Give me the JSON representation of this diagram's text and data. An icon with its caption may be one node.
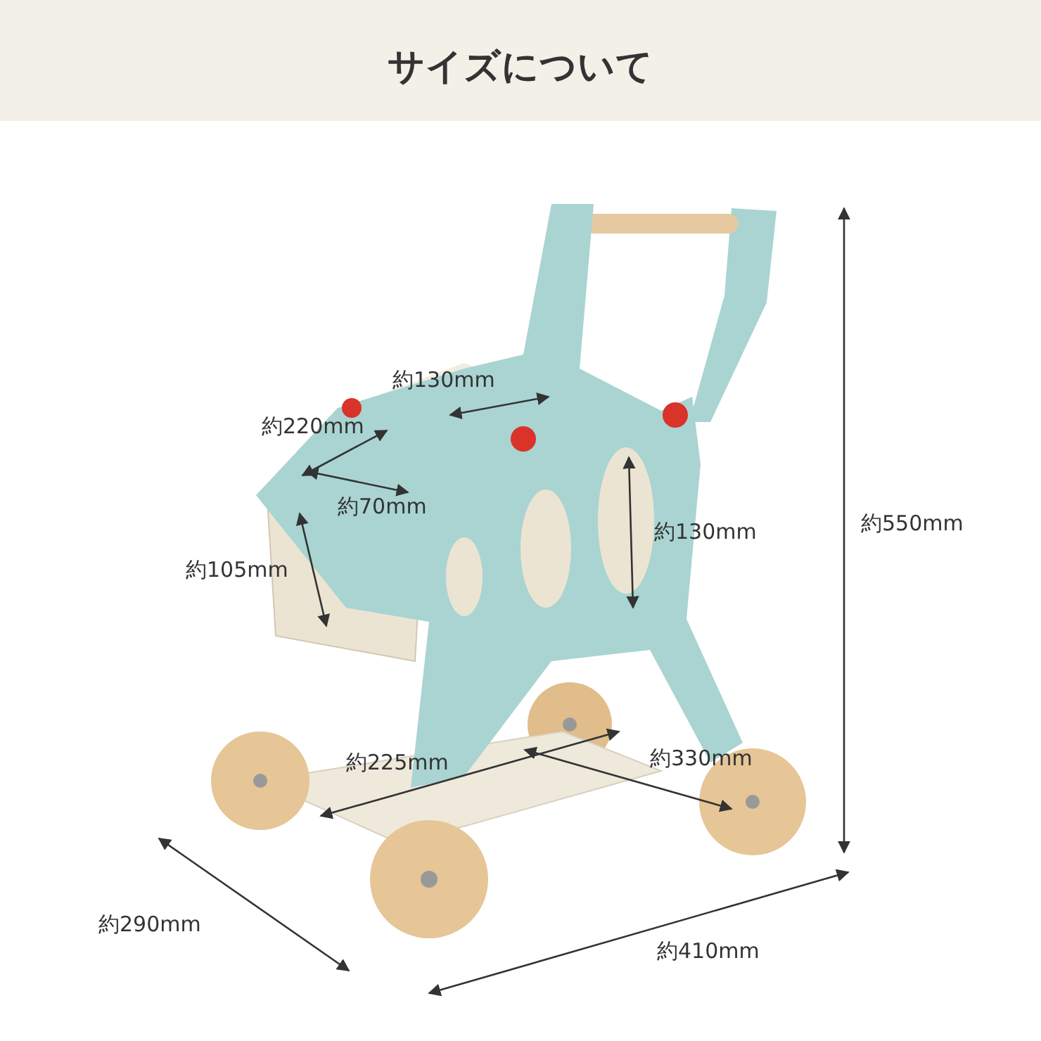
{
  "diagram": {
    "title": "サイズについて",
    "labels": [
      "約130mm",
      "約220mm",
      "約70mm",
      "約550mm",
      "約130mm",
      "約105mm",
      "約225mm",
      "約330mm",
      "約290mm",
      "約410mm"
    ]
  }
}
